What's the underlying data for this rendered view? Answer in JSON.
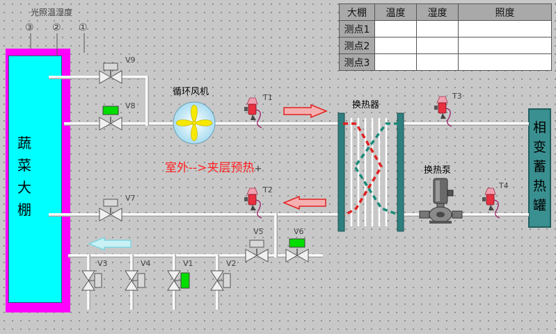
{
  "labels": {
    "light_temp_humidity": "光照温湿度",
    "marker_3": "③",
    "marker_2": "②",
    "marker_1": "①",
    "greenhouse": "蔬菜大棚",
    "tank": "相变蓄热罐",
    "fan": "循环风机",
    "heat_exchanger": "换热器",
    "pump": "换热泵",
    "mode": "室外-->夹层预热",
    "cursor_plus": "+"
  },
  "table": {
    "headers": [
      "大棚",
      "温度",
      "湿度",
      "照度"
    ],
    "rows": [
      {
        "name": "测点1",
        "temp": "",
        "humidity": "",
        "light": ""
      },
      {
        "name": "测点2",
        "temp": "",
        "humidity": "",
        "light": ""
      },
      {
        "name": "测点3",
        "temp": "",
        "humidity": "",
        "light": ""
      }
    ]
  },
  "valves": {
    "v9": "V9",
    "v8": "V8",
    "v7": "V7",
    "v5": "V5",
    "v6": "V6",
    "v3": "V3",
    "v4": "V4",
    "v1": "V1",
    "v2": "V2"
  },
  "sensors": {
    "t1": "T1",
    "t2": "T2",
    "t3": "T3",
    "t4": "T4"
  },
  "colors": {
    "greenhouse_border": "#ff00ff",
    "greenhouse_fill": "#00ffff",
    "tank_fill": "#3a9090",
    "valve_open": "#00dd00",
    "flow_arrow": "#ff3030",
    "return_arrow": "#7fd6e0",
    "mode_text": "#ff2020"
  }
}
